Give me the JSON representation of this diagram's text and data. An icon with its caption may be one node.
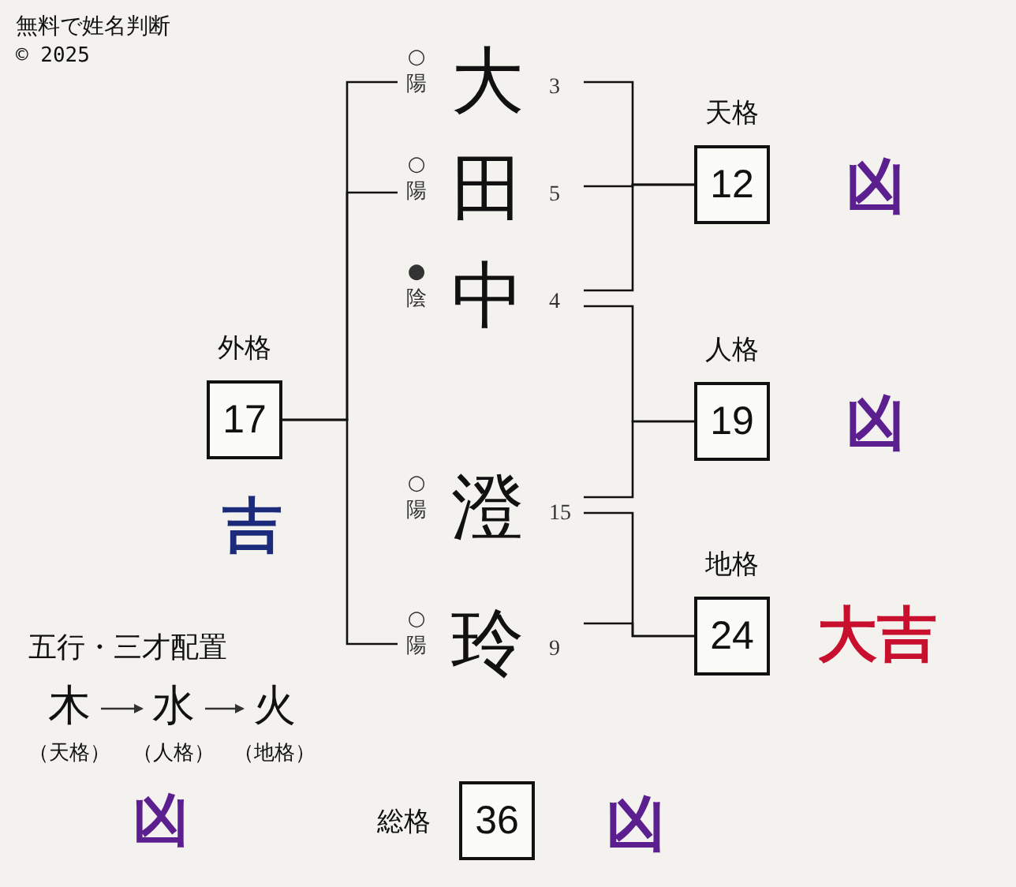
{
  "diagram": {
    "nodes": [
      {
        "text": [
          "大"
        ],
        "beside": [
          "○ 陽",
          "3"
        ]
      },
      {
        "text": [
          "田"
        ],
        "beside": [
          "○ 陽",
          "5"
        ]
      },
      {
        "text": [
          "中"
        ],
        "beside": [
          "● 陰",
          "4"
        ]
      },
      {
        "text": [
          "澄"
        ],
        "beside": [
          "○ 陽",
          "15"
        ]
      },
      {
        "text": [
          "玲"
        ],
        "beside": [
          "○ 陽",
          "9"
        ]
      },
      {
        "text": [
          "外格",
          "17"
        ],
        "beside": [
          "吉"
        ]
      },
      {
        "text": [
          "天格",
          "12"
        ],
        "beside": [
          "凶"
        ]
      },
      {
        "text": [
          "人格",
          "19"
        ],
        "beside": [
          "凶"
        ]
      },
      {
        "text": [
          "地格",
          "24"
        ],
        "beside": [
          "大吉"
        ]
      },
      {
        "text": [
          "総格",
          "36"
        ],
        "beside": [
          "凶"
        ]
      },
      {
        "text": [
          "木"
        ],
        "beside": [
          "（天格）"
        ]
      },
      {
        "text": [
          "水"
        ],
        "beside": [
          "（人格）"
        ]
      },
      {
        "text": [
          "火"
        ],
        "beside": [
          "（地格）"
        ]
      }
    ],
    "edges": [
      {
        "from": 0,
        "to": 5,
        "arrow": "none"
      },
      {
        "from": 1,
        "to": 5,
        "arrow": "none"
      },
      {
        "from": 4,
        "to": 5,
        "arrow": "none"
      },
      {
        "from": 0,
        "to": 6,
        "arrow": "none"
      },
      {
        "from": 1,
        "to": 6,
        "arrow": "none"
      },
      {
        "from": 2,
        "to": 6,
        "arrow": "none"
      },
      {
        "from": 2,
        "to": 7,
        "arrow": "none"
      },
      {
        "from": 3,
        "to": 7,
        "arrow": "none"
      },
      {
        "from": 3,
        "to": 8,
        "arrow": "none"
      },
      {
        "from": 4,
        "to": 8,
        "arrow": "none"
      },
      {
        "from": 10,
        "to": 11,
        "arrow": "to"
      },
      {
        "from": 11,
        "to": 12,
        "arrow": "to"
      }
    ],
    "labels": [
      "無料で姓名判断",
      "© 2025",
      "五行・三才配置",
      "凶"
    ]
  }
}
